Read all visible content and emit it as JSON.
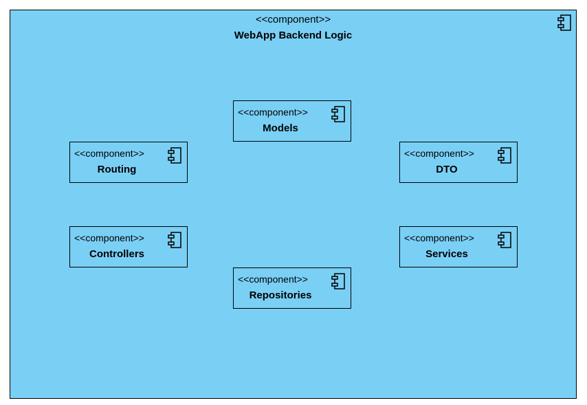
{
  "colors": {
    "container_fill": "#7ACFF5",
    "border": "#000000"
  },
  "container": {
    "stereotype": "<<component>>",
    "name": "WebApp Backend Logic",
    "icon": "component-icon"
  },
  "components": {
    "models": {
      "stereotype": "<<component>>",
      "name": "Models",
      "icon": "component-icon"
    },
    "routing": {
      "stereotype": "<<component>>",
      "name": "Routing",
      "icon": "component-icon"
    },
    "dto": {
      "stereotype": "<<component>>",
      "name": "DTO",
      "icon": "component-icon"
    },
    "controllers": {
      "stereotype": "<<component>>",
      "name": "Controllers",
      "icon": "component-icon"
    },
    "services": {
      "stereotype": "<<component>>",
      "name": "Services",
      "icon": "component-icon"
    },
    "repositories": {
      "stereotype": "<<component>>",
      "name": "Repositories",
      "icon": "component-icon"
    }
  }
}
